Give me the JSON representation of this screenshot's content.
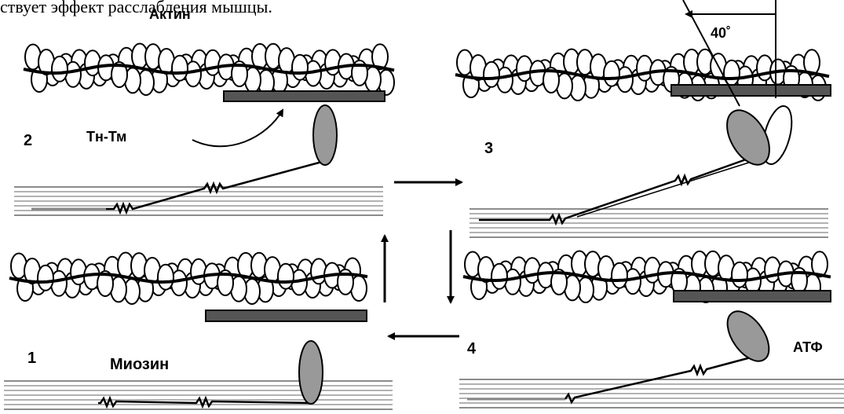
{
  "caption_fragment": "ствует эффект расслабления мышцы.",
  "labels": {
    "actin": "Актин",
    "tn_tm": "Тн-Тм",
    "myosin": "Миозин",
    "atp": "АТФ",
    "angle": "40˚"
  },
  "panels": [
    {
      "number": "2"
    },
    {
      "number": "3"
    },
    {
      "number": "1"
    },
    {
      "number": "4"
    }
  ],
  "colors": {
    "outline": "#000000",
    "bead_fill": "#ffffff",
    "head_fill": "#999999",
    "bar_fill": "#555555",
    "filament_line": "#888888"
  },
  "cycle_arrows": [
    "right",
    "down",
    "left",
    "up"
  ]
}
